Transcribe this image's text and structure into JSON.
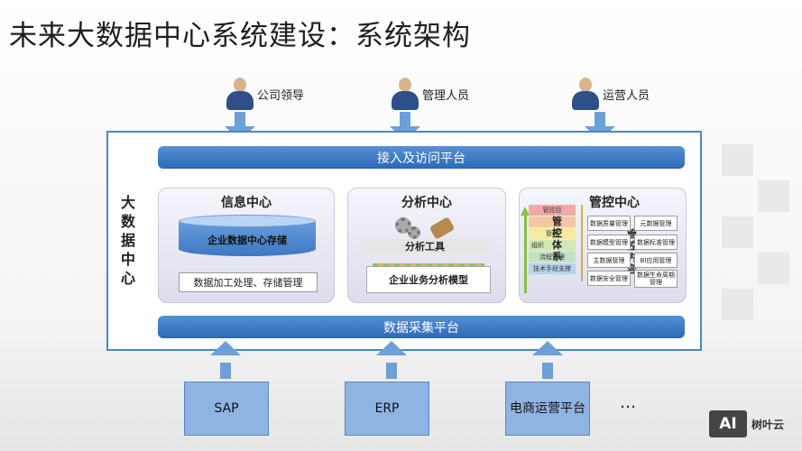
{
  "title": "未来大数据中心系统建设：系统架构",
  "users": [
    "公司领导",
    "管理人员",
    "运营人员"
  ],
  "top_bar": "接入及访问平台",
  "left_label": "大数据中心",
  "panels": {
    "info": {
      "title": "信息中心",
      "storage": "企业数据中心存储",
      "processing": "数据加工处理、存储管理"
    },
    "analysis": {
      "title": "分析中心",
      "tools": "分析工具",
      "model": "企业业务分析模型"
    },
    "control": {
      "title": "管控中心",
      "system_label": "管控体系",
      "content_label": "管控内容",
      "stack": [
        "管控目",
        "",
        "管理",
        "组织",
        "流程管理",
        "技术手段支撑"
      ],
      "items": [
        "数据质量管理",
        "元数据管理",
        "数据模型管理",
        "数据标准管理",
        "主数据管理",
        "BI应用管理",
        "数据安全管理",
        "数据生命周期管理"
      ]
    }
  },
  "bottom_bar": "数据采集平台",
  "sources": [
    "SAP",
    "ERP",
    "电商运营平台"
  ],
  "more": "…",
  "logo": {
    "mark": "AI",
    "text": "树叶云"
  },
  "colors": {
    "accent": "#2c68b5",
    "arrow": "#6d9fd9",
    "source": "#8fb4e3"
  }
}
